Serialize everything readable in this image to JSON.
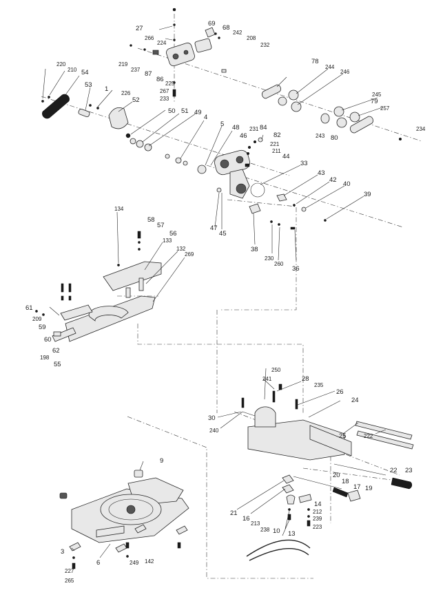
{
  "diagram": {
    "labels": {
      "p27": "27",
      "p266": "266",
      "p224": "224",
      "p69": "69",
      "p68": "68",
      "p242": "242",
      "p208": "208",
      "p232": "232",
      "p219": "219",
      "p237": "237",
      "p87": "87",
      "p86": "86",
      "p225": "225",
      "p267": "267",
      "p233": "233",
      "p78": "78",
      "p244": "244",
      "p246": "246",
      "p220": "220",
      "p210": "210",
      "p54": "54",
      "p53": "53",
      "p1": "1",
      "p226": "226",
      "p52": "52",
      "p50": "50",
      "p51": "51",
      "p49": "49",
      "p4": "4",
      "p5": "5",
      "p48": "48",
      "p231": "231",
      "p84": "84",
      "p82": "82",
      "p221": "221",
      "p211": "211",
      "p46": "46",
      "p44": "44",
      "p245": "245",
      "p79": "79",
      "p257": "257",
      "p243": "243",
      "p80": "80",
      "p234": "234",
      "p33": "33",
      "p43": "43",
      "p42": "42",
      "p40": "40",
      "p39": "39",
      "p47": "47",
      "p45": "45",
      "p38": "38",
      "p230": "230",
      "p260": "260",
      "p36": "36",
      "p134": "134",
      "p58": "58",
      "p57": "57",
      "p56": "56",
      "p133": "133",
      "p132": "132",
      "p269": "269",
      "p61": "61",
      "p209": "209",
      "p59": "59",
      "p60": "60",
      "p62": "62",
      "p198": "198",
      "p55": "55",
      "p250": "250",
      "p241": "241",
      "p28": "28",
      "p235": "235",
      "p26": "26",
      "p24": "24",
      "p30": "30",
      "p240": "240",
      "p25": "25",
      "p222": "222",
      "p9": "9",
      "p20": "20",
      "p22": "22",
      "p23": "23",
      "p18": "18",
      "p17": "17",
      "p19": "19",
      "p21": "21",
      "p16": "16",
      "p14": "14",
      "p212": "212",
      "p239": "239",
      "p213": "213",
      "p238": "238",
      "p10": "10",
      "p223": "223",
      "p13": "13",
      "p3": "3",
      "p227": "227",
      "p265": "265",
      "p6": "6",
      "p249": "249",
      "p142": "142"
    }
  }
}
